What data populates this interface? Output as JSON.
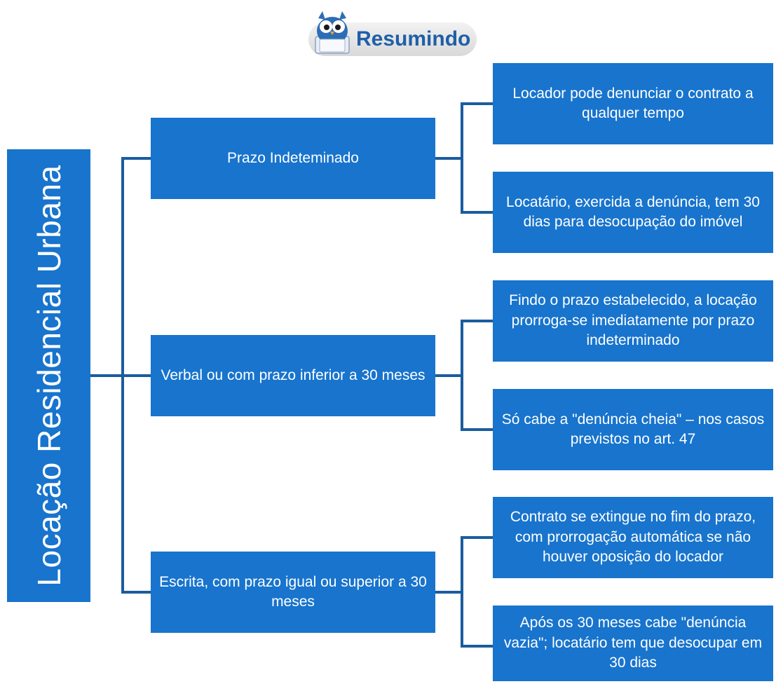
{
  "header": {
    "logo_text": "Resumindo",
    "logo_icon": "owl-mascot-icon"
  },
  "root": {
    "label": "Locação Residencial Urbana"
  },
  "branches": [
    {
      "label": "Prazo Indeteminado",
      "children": [
        "Locador pode denunciar o contrato a qualquer tempo",
        "Locatário, exercida a denúncia, tem 30 dias para desocupação do imóvel"
      ]
    },
    {
      "label": "Verbal ou com prazo inferior a 30 meses",
      "children": [
        "Findo o prazo estabelecido, a locação prorroga-se imediatamente por prazo indeterminado",
        "Só cabe a \"denúncia cheia\" – nos casos previstos no art. 47"
      ]
    },
    {
      "label": "Escrita, com prazo igual ou superior a 30 meses",
      "children": [
        "Contrato se extingue no fim do prazo, com prorrogação automática se não houver oposição do locador",
        "Após os 30 meses cabe \"denúncia vazia\"; locatário tem que desocupar em 30 dias"
      ]
    }
  ],
  "colors": {
    "box_fill": "#1874CD",
    "connector": "#1B5C9E",
    "text": "#ffffff"
  }
}
